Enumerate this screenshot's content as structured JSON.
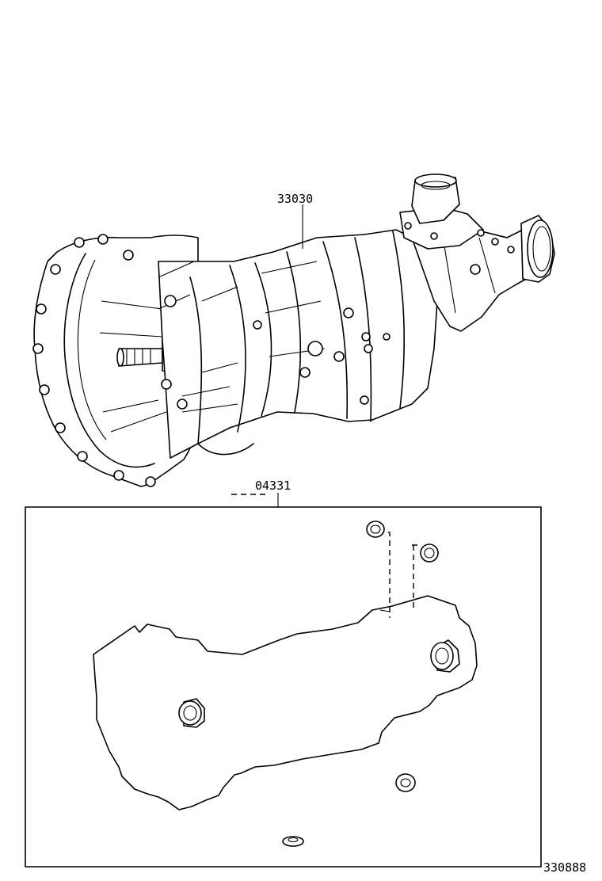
{
  "parts": {
    "transmission_assembly": {
      "part_no": "33030"
    },
    "gasket_kit": {
      "part_no": "04331"
    }
  },
  "illustration": {
    "ref_no": "330888"
  },
  "colors": {
    "ink": "#000000",
    "paper": "#ffffff"
  }
}
